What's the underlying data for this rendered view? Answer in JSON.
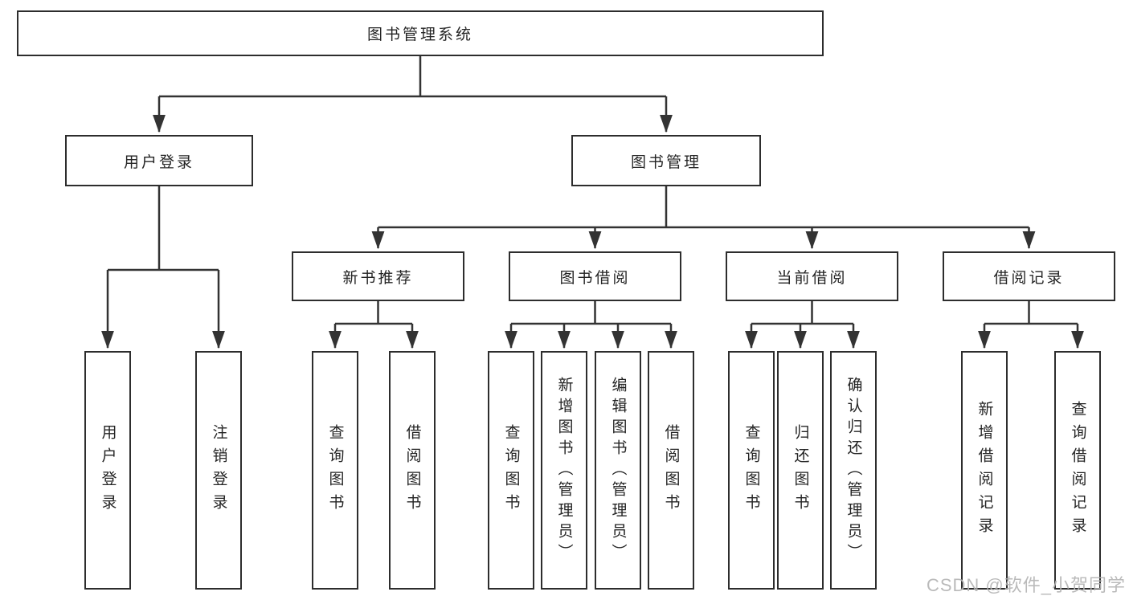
{
  "diagram_title": "图书管理系统",
  "tree": {
    "root": {
      "label": "图书管理系统"
    },
    "level2": [
      {
        "id": "user-login",
        "label": "用户登录"
      },
      {
        "id": "book-management",
        "label": "图书管理"
      }
    ],
    "level3": [
      {
        "id": "new-book-recommend",
        "parent": "图书管理",
        "label": "新书推荐"
      },
      {
        "id": "book-borrowing",
        "parent": "图书管理",
        "label": "图书借阅"
      },
      {
        "id": "current-borrowing",
        "parent": "图书管理",
        "label": "当前借阅"
      },
      {
        "id": "borrowing-records",
        "parent": "图书管理",
        "label": "借阅记录"
      }
    ],
    "leaves": [
      {
        "group": "用户登录",
        "label": "用户登录"
      },
      {
        "group": "用户登录",
        "label": "注销登录"
      },
      {
        "group": "新书推荐",
        "label": "查询图书"
      },
      {
        "group": "新书推荐",
        "label": "借阅图书"
      },
      {
        "group": "图书借阅",
        "label": "查询图书"
      },
      {
        "group": "图书借阅",
        "label": "新增图书（管理员）"
      },
      {
        "group": "图书借阅",
        "label": "编辑图书（管理员）"
      },
      {
        "group": "图书借阅",
        "label": "借阅图书"
      },
      {
        "group": "当前借阅",
        "label": "查询图书"
      },
      {
        "group": "当前借阅",
        "label": "归还图书"
      },
      {
        "group": "当前借阅",
        "label": "确认归还（管理员）"
      },
      {
        "group": "借阅记录",
        "label": "新增借阅记录"
      },
      {
        "group": "借阅记录",
        "label": "查询借阅记录"
      }
    ]
  },
  "watermark": {
    "text": "CSDN @软件_小贺同学"
  },
  "colors": {
    "line": "#333333",
    "box_border": "#2d2d2d",
    "text": "#242424",
    "watermark": "#b3b3b3",
    "background": "#ffffff"
  }
}
